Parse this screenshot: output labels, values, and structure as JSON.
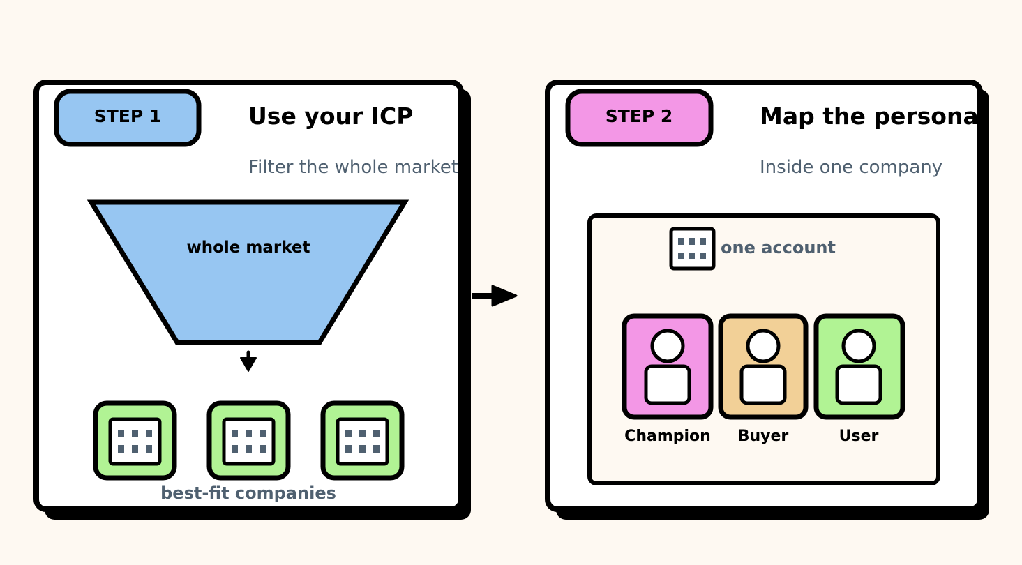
{
  "steps": [
    {
      "badge": "STEP 1",
      "badge_color": "#97c6f2",
      "title": "Use your ICP",
      "subtitle": "Filter the whole market",
      "funnel_label": "whole market",
      "funnel_color": "#97c6f2",
      "companies_label": "best-fit companies",
      "company_tile_color": "#b1f394"
    },
    {
      "badge": "STEP 2",
      "badge_color": "#f397e6",
      "title": "Map the personas",
      "subtitle": "Inside one company",
      "account_label": "one account",
      "personas": [
        {
          "label": "Champion",
          "color": "#f397e6"
        },
        {
          "label": "Buyer",
          "color": "#f2d097"
        },
        {
          "label": "User",
          "color": "#b1f394"
        }
      ]
    }
  ],
  "colors": {
    "background": "#fef9f2",
    "muted_text": "#4f6070",
    "inner_panel": "#fef9f2"
  },
  "icons": [
    "building-icon",
    "person-icon",
    "arrow-right-icon",
    "arrow-down-icon"
  ]
}
